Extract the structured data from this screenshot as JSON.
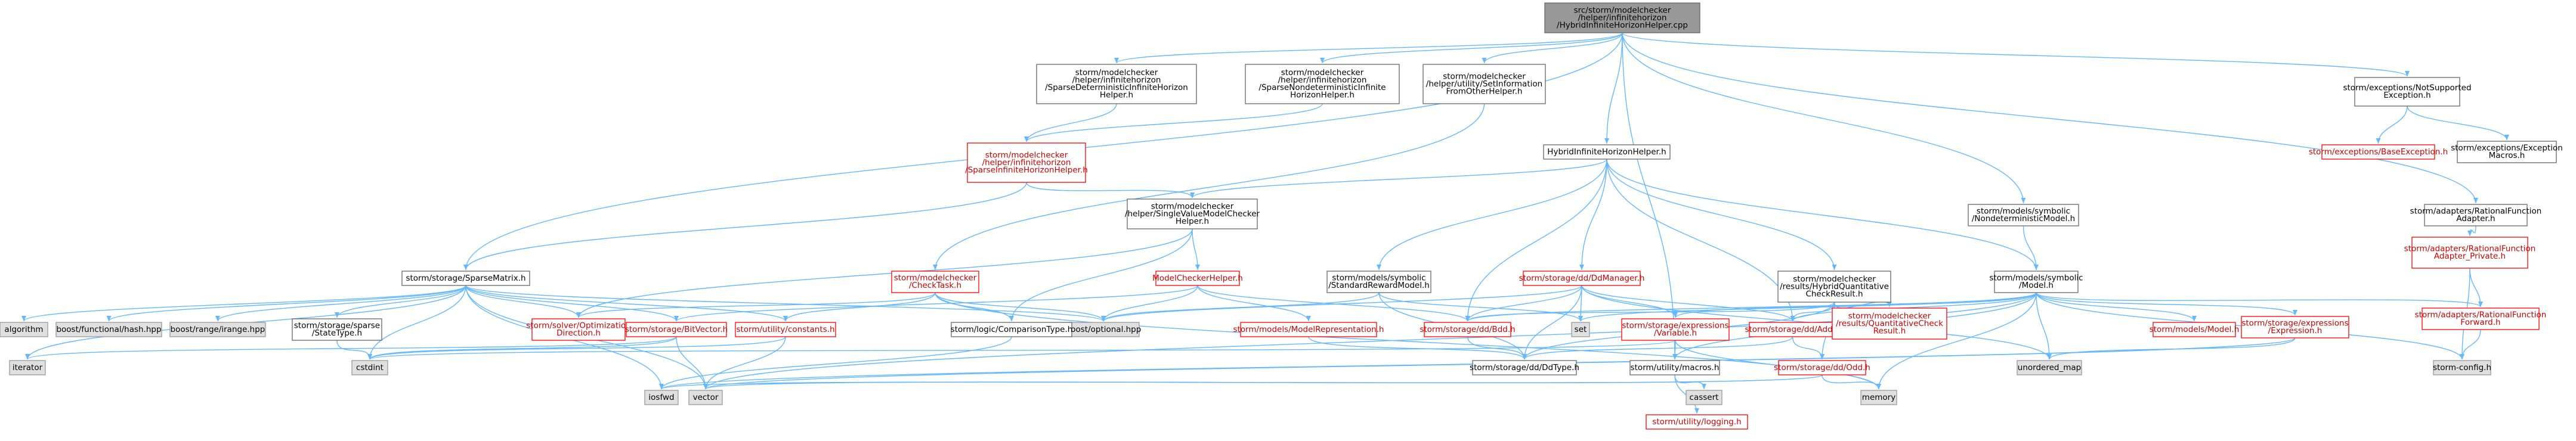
{
  "colors": {
    "edge": "#63b8ff",
    "normal_border": "#666666",
    "normal_fill": "#ffffff",
    "normal_text": "#000000",
    "root_fill": "#999999",
    "root_text": "#000000",
    "red_border": "#ff0000",
    "red_text": "#cc0000",
    "gray_fill": "#e0e0e0",
    "gray_border": "#999999"
  },
  "nodes": [
    {
      "id": "root",
      "lines": [
        "src/storm/modelchecker",
        "/helper/infinitehorizon",
        "/HybridInfiniteHorizonHelper.cpp"
      ],
      "kind": "root"
    },
    {
      "id": "sparse_det",
      "lines": [
        "storm/modelchecker",
        "/helper/infinitehorizon",
        "/SparseDeterministicInfiniteHorizon",
        "Helper.h"
      ],
      "kind": "normal"
    },
    {
      "id": "sparse_nondet",
      "lines": [
        "storm/modelchecker",
        "/helper/infinitehorizon",
        "/SparseNondeterministicInfinite",
        "HorizonHelper.h"
      ],
      "kind": "normal"
    },
    {
      "id": "set_info",
      "lines": [
        "storm/modelchecker",
        "/helper/utility/SetInformation",
        "FromOtherHelper.h"
      ],
      "kind": "normal"
    },
    {
      "id": "not_supported",
      "lines": [
        "storm/exceptions/NotSupported",
        "Exception.h"
      ],
      "kind": "normal"
    },
    {
      "id": "sparse_inf",
      "lines": [
        "storm/modelchecker",
        "/helper/infinitehorizon",
        "/SparseInfiniteHorizonHelper.h"
      ],
      "kind": "red"
    },
    {
      "id": "hybrid_h",
      "lines": [
        "HybridInfiniteHorizonHelper.h"
      ],
      "kind": "normal"
    },
    {
      "id": "base_exception",
      "lines": [
        "storm/exceptions/BaseException.h"
      ],
      "kind": "red"
    },
    {
      "id": "exception_macros",
      "lines": [
        "storm/exceptions/Exception",
        "Macros.h"
      ],
      "kind": "normal"
    },
    {
      "id": "single_value",
      "lines": [
        "storm/modelchecker",
        "/helper/SingleValueModelChecker",
        "Helper.h"
      ],
      "kind": "normal"
    },
    {
      "id": "nondet_model",
      "lines": [
        "storm/models/symbolic",
        "/NondeterministicModel.h"
      ],
      "kind": "normal"
    },
    {
      "id": "rational_adapter",
      "lines": [
        "storm/adapters/RationalFunction",
        "Adapter.h"
      ],
      "kind": "normal"
    },
    {
      "id": "rational_private",
      "lines": [
        "storm/adapters/RationalFunction",
        "Adapter_Private.h"
      ],
      "kind": "red"
    },
    {
      "id": "sparse_matrix",
      "lines": [
        "storm/storage/SparseMatrix.h"
      ],
      "kind": "normal"
    },
    {
      "id": "check_task",
      "lines": [
        "storm/modelchecker",
        "/CheckTask.h"
      ],
      "kind": "red"
    },
    {
      "id": "mc_helper",
      "lines": [
        "ModelCheckerHelper.h"
      ],
      "kind": "red"
    },
    {
      "id": "std_reward",
      "lines": [
        "storm/models/symbolic",
        "/StandardRewardModel.h"
      ],
      "kind": "normal"
    },
    {
      "id": "dd_manager",
      "lines": [
        "storm/storage/dd/DdManager.h"
      ],
      "kind": "red"
    },
    {
      "id": "hybrid_quant",
      "lines": [
        "storm/modelchecker",
        "/results/HybridQuantitative",
        "CheckResult.h"
      ],
      "kind": "normal"
    },
    {
      "id": "symbolic_model",
      "lines": [
        "storm/models/symbolic",
        "/Model.h"
      ],
      "kind": "normal"
    },
    {
      "id": "rational_forward",
      "lines": [
        "storm/adapters/RationalFunction",
        "Forward.h"
      ],
      "kind": "red"
    },
    {
      "id": "algorithm",
      "lines": [
        "algorithm"
      ],
      "kind": "gray"
    },
    {
      "id": "hash",
      "lines": [
        "boost/functional/hash.hpp"
      ],
      "kind": "gray"
    },
    {
      "id": "range",
      "lines": [
        "boost/range/irange.hpp"
      ],
      "kind": "gray"
    },
    {
      "id": "state_type",
      "lines": [
        "storm/storage/sparse",
        "/StateType.h"
      ],
      "kind": "normal"
    },
    {
      "id": "opt_dir",
      "lines": [
        "storm/solver/Optimization",
        "Direction.h"
      ],
      "kind": "red"
    },
    {
      "id": "bitvector",
      "lines": [
        "storm/storage/BitVector.h"
      ],
      "kind": "red"
    },
    {
      "id": "constants",
      "lines": [
        "storm/utility/constants.h"
      ],
      "kind": "red"
    },
    {
      "id": "optional",
      "lines": [
        "boost/optional.hpp"
      ],
      "kind": "gray"
    },
    {
      "id": "comparison",
      "lines": [
        "storm/logic/ComparisonType.h"
      ],
      "kind": "normal"
    },
    {
      "id": "model_repr",
      "lines": [
        "storm/models/ModelRepresentation.h"
      ],
      "kind": "red"
    },
    {
      "id": "bdd",
      "lines": [
        "storm/storage/dd/Bdd.h"
      ],
      "kind": "red"
    },
    {
      "id": "set",
      "lines": [
        "set"
      ],
      "kind": "gray"
    },
    {
      "id": "variable",
      "lines": [
        "storm/storage/expressions",
        "/Variable.h"
      ],
      "kind": "red"
    },
    {
      "id": "add",
      "lines": [
        "storm/storage/dd/Add.h"
      ],
      "kind": "red"
    },
    {
      "id": "quant_check",
      "lines": [
        "storm/modelchecker",
        "/results/QuantitativeCheck",
        "Result.h"
      ],
      "kind": "red"
    },
    {
      "id": "models_model",
      "lines": [
        "storm/models/Model.h"
      ],
      "kind": "red"
    },
    {
      "id": "expression",
      "lines": [
        "storm/storage/expressions",
        "/Expression.h"
      ],
      "kind": "red"
    },
    {
      "id": "iterator",
      "lines": [
        "iterator"
      ],
      "kind": "gray"
    },
    {
      "id": "cstdint",
      "lines": [
        "cstdint"
      ],
      "kind": "gray"
    },
    {
      "id": "ddtype",
      "lines": [
        "storm/storage/dd/DdType.h"
      ],
      "kind": "normal"
    },
    {
      "id": "macros",
      "lines": [
        "storm/utility/macros.h"
      ],
      "kind": "normal"
    },
    {
      "id": "odd",
      "lines": [
        "storm/storage/dd/Odd.h"
      ],
      "kind": "red"
    },
    {
      "id": "unordered_map",
      "lines": [
        "unordered_map"
      ],
      "kind": "gray"
    },
    {
      "id": "config",
      "lines": [
        "storm-config.h"
      ],
      "kind": "gray"
    },
    {
      "id": "iosfwd",
      "lines": [
        "iosfwd"
      ],
      "kind": "gray"
    },
    {
      "id": "vector",
      "lines": [
        "vector"
      ],
      "kind": "gray"
    },
    {
      "id": "cassert",
      "lines": [
        "cassert"
      ],
      "kind": "gray"
    },
    {
      "id": "memory",
      "lines": [
        "memory"
      ],
      "kind": "gray"
    },
    {
      "id": "logging",
      "lines": [
        "storm/utility/logging.h"
      ],
      "kind": "red"
    }
  ],
  "edges": [
    [
      "root",
      "sparse_det"
    ],
    [
      "root",
      "sparse_nondet"
    ],
    [
      "root",
      "set_info"
    ],
    [
      "root",
      "not_supported"
    ],
    [
      "root",
      "hybrid_h"
    ],
    [
      "root",
      "nondet_model"
    ],
    [
      "root",
      "rational_adapter"
    ],
    [
      "root",
      "sparse_matrix"
    ],
    [
      "root",
      "macros"
    ],
    [
      "sparse_det",
      "sparse_inf"
    ],
    [
      "sparse_nondet",
      "sparse_inf"
    ],
    [
      "set_info",
      "check_task"
    ],
    [
      "not_supported",
      "base_exception"
    ],
    [
      "not_supported",
      "exception_macros"
    ],
    [
      "sparse_inf",
      "single_value"
    ],
    [
      "sparse_inf",
      "sparse_matrix"
    ],
    [
      "hybrid_h",
      "single_value"
    ],
    [
      "hybrid_h",
      "std_reward"
    ],
    [
      "hybrid_h",
      "dd_manager"
    ],
    [
      "hybrid_h",
      "hybrid_quant"
    ],
    [
      "hybrid_h",
      "symbolic_model"
    ],
    [
      "hybrid_h",
      "bdd"
    ],
    [
      "hybrid_h",
      "add"
    ],
    [
      "single_value",
      "opt_dir"
    ],
    [
      "single_value",
      "comparison"
    ],
    [
      "single_value",
      "mc_helper"
    ],
    [
      "nondet_model",
      "symbolic_model"
    ],
    [
      "rational_adapter",
      "rational_private"
    ],
    [
      "rational_private",
      "rational_forward"
    ],
    [
      "rational_private",
      "config"
    ],
    [
      "sparse_matrix",
      "algorithm"
    ],
    [
      "sparse_matrix",
      "hash"
    ],
    [
      "sparse_matrix",
      "range"
    ],
    [
      "sparse_matrix",
      "state_type"
    ],
    [
      "sparse_matrix",
      "opt_dir"
    ],
    [
      "sparse_matrix",
      "bitvector"
    ],
    [
      "sparse_matrix",
      "constants"
    ],
    [
      "sparse_matrix",
      "optional"
    ],
    [
      "sparse_matrix",
      "iterator"
    ],
    [
      "sparse_matrix",
      "cstdint"
    ],
    [
      "sparse_matrix",
      "iosfwd"
    ],
    [
      "sparse_matrix",
      "vector"
    ],
    [
      "check_task",
      "opt_dir"
    ],
    [
      "check_task",
      "constants"
    ],
    [
      "check_task",
      "optional"
    ],
    [
      "check_task",
      "comparison"
    ],
    [
      "check_task",
      "memory"
    ],
    [
      "mc_helper",
      "bitvector"
    ],
    [
      "mc_helper",
      "optional"
    ],
    [
      "mc_helper",
      "model_repr"
    ],
    [
      "mc_helper",
      "bdd"
    ],
    [
      "std_reward",
      "optional"
    ],
    [
      "std_reward",
      "set"
    ],
    [
      "std_reward",
      "ddtype"
    ],
    [
      "dd_manager",
      "optional"
    ],
    [
      "dd_manager",
      "bdd"
    ],
    [
      "dd_manager",
      "add"
    ],
    [
      "dd_manager",
      "set"
    ],
    [
      "dd_manager",
      "variable"
    ],
    [
      "dd_manager",
      "ddtype"
    ],
    [
      "dd_manager",
      "unordered_map"
    ],
    [
      "hybrid_quant",
      "bdd"
    ],
    [
      "hybrid_quant",
      "add"
    ],
    [
      "hybrid_quant",
      "quant_check"
    ],
    [
      "hybrid_quant",
      "ddtype"
    ],
    [
      "hybrid_quant",
      "odd"
    ],
    [
      "symbolic_model",
      "set"
    ],
    [
      "symbolic_model",
      "bdd"
    ],
    [
      "symbolic_model",
      "add"
    ],
    [
      "symbolic_model",
      "variable"
    ],
    [
      "symbolic_model",
      "models_model"
    ],
    [
      "symbolic_model",
      "expression"
    ],
    [
      "symbolic_model",
      "rational_forward"
    ],
    [
      "symbolic_model",
      "unordered_map"
    ],
    [
      "symbolic_model",
      "config"
    ],
    [
      "symbolic_model",
      "macros"
    ],
    [
      "symbolic_model",
      "memory"
    ],
    [
      "symbolic_model",
      "vector"
    ],
    [
      "state_type",
      "cstdint"
    ],
    [
      "bitvector",
      "cstdint"
    ],
    [
      "bitvector",
      "iterator"
    ],
    [
      "bitvector",
      "vector"
    ],
    [
      "constants",
      "cstdint"
    ],
    [
      "constants",
      "vector"
    ],
    [
      "comparison",
      "iosfwd"
    ],
    [
      "model_repr",
      "ddtype"
    ],
    [
      "bdd",
      "ddtype"
    ],
    [
      "variable",
      "cstdint"
    ],
    [
      "variable",
      "memory"
    ],
    [
      "variable",
      "macros"
    ],
    [
      "add",
      "ddtype"
    ],
    [
      "add",
      "odd"
    ],
    [
      "expression",
      "unordered_map"
    ],
    [
      "expression",
      "iosfwd"
    ],
    [
      "expression",
      "vector"
    ],
    [
      "rational_forward",
      "config"
    ],
    [
      "macros",
      "cassert"
    ],
    [
      "macros",
      "logging"
    ],
    [
      "odd",
      "vector"
    ],
    [
      "odd",
      "memory"
    ],
    [
      "odd",
      "iosfwd"
    ]
  ]
}
